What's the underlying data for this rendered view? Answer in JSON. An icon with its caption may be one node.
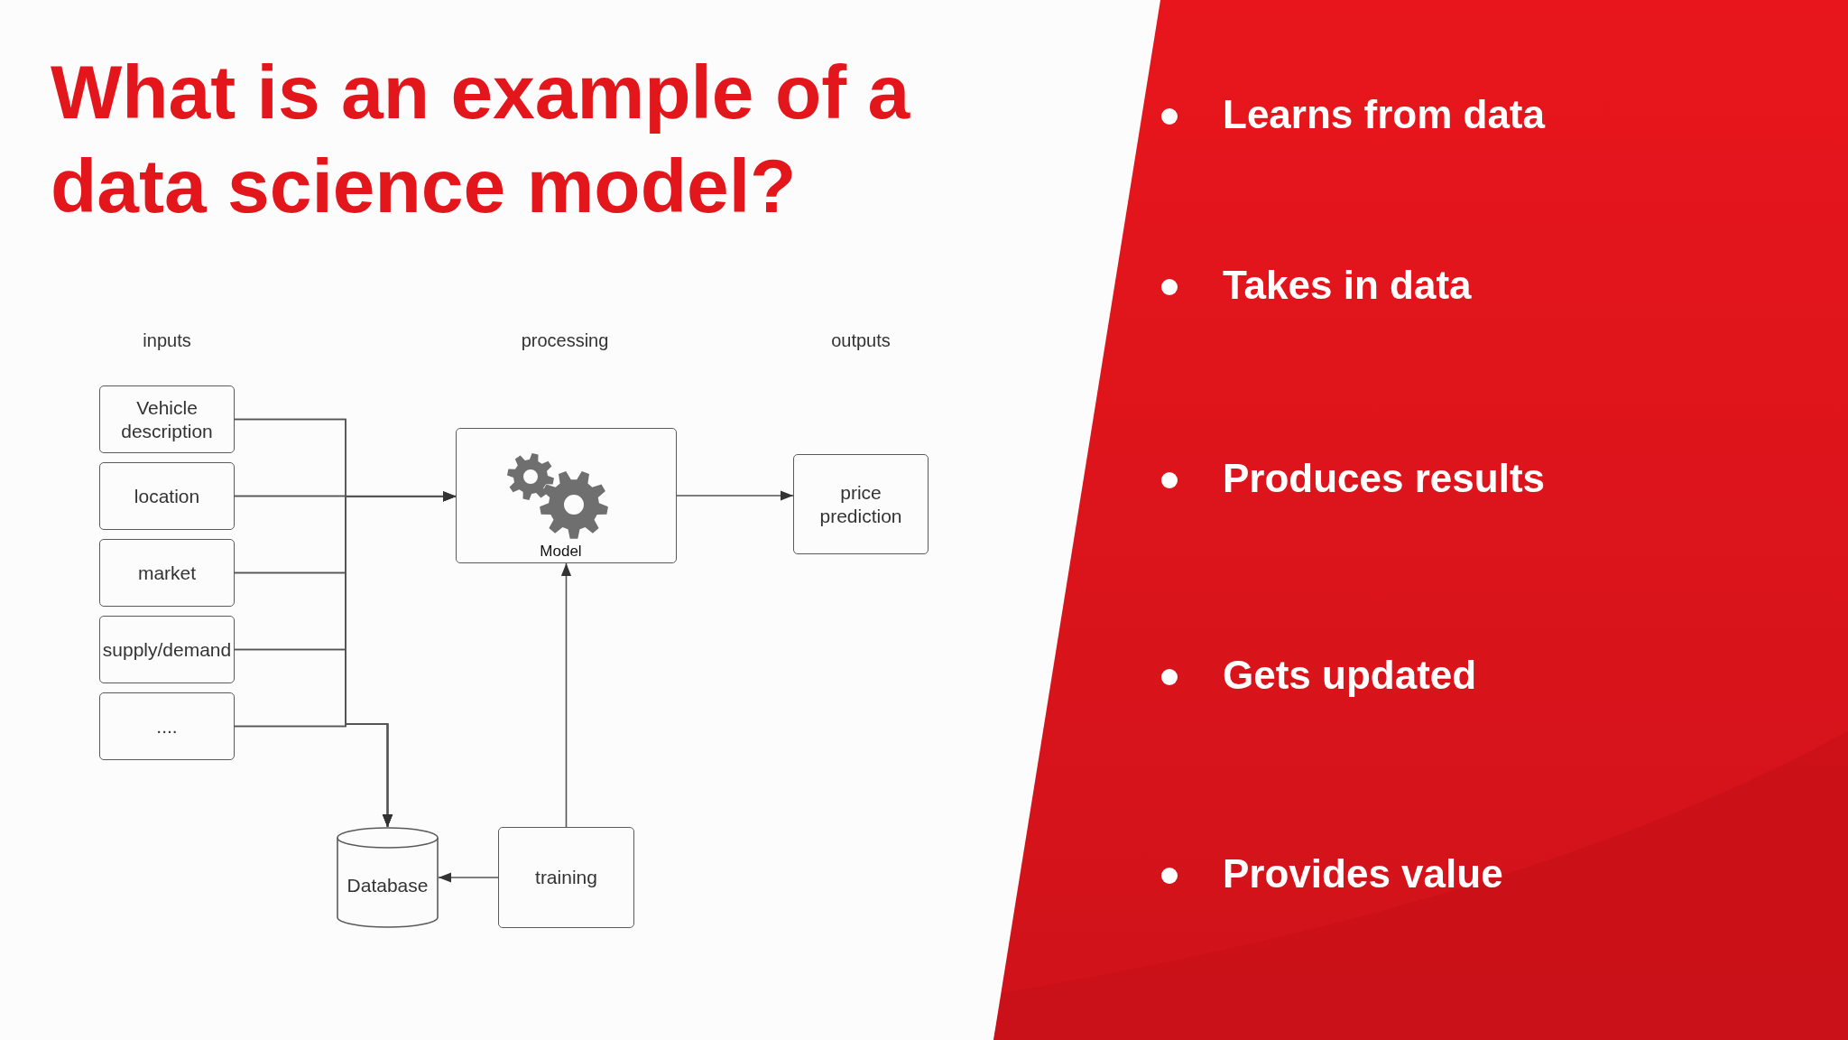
{
  "diagram": {
    "title": "What is an example of a data science model?",
    "nodes": [
      {
        "text": [
          "Vehicle description"
        ]
      },
      {
        "text": [
          "location"
        ]
      },
      {
        "text": [
          "market"
        ]
      },
      {
        "text": [
          "supply/demand"
        ]
      },
      {
        "text": [
          "...."
        ]
      },
      {
        "text": [
          "Model"
        ]
      },
      {
        "text": [
          "price prediction"
        ]
      },
      {
        "text": [
          "Database"
        ]
      },
      {
        "text": [
          "training"
        ]
      }
    ],
    "edges": [
      {
        "from": 0,
        "to": 5,
        "arrow": "to"
      },
      {
        "from": 1,
        "to": 5,
        "arrow": "to"
      },
      {
        "from": 2,
        "to": 5,
        "arrow": "to"
      },
      {
        "from": 3,
        "to": 5,
        "arrow": "to"
      },
      {
        "from": 4,
        "to": 5,
        "arrow": "to"
      },
      {
        "from": 0,
        "to": 7,
        "arrow": "to"
      },
      {
        "from": 1,
        "to": 7,
        "arrow": "to"
      },
      {
        "from": 2,
        "to": 7,
        "arrow": "to"
      },
      {
        "from": 3,
        "to": 7,
        "arrow": "to"
      },
      {
        "from": 4,
        "to": 7,
        "arrow": "to"
      },
      {
        "from": 5,
        "to": 6,
        "arrow": "to"
      },
      {
        "from": 8,
        "to": 5,
        "arrow": "to"
      },
      {
        "from": 8,
        "to": 7,
        "arrow": "to"
      }
    ],
    "labels": [
      "inputs",
      "processing",
      "outputs",
      "Learns from data",
      "Takes in data",
      "Produces results",
      "Gets updated",
      "Provides value"
    ]
  }
}
